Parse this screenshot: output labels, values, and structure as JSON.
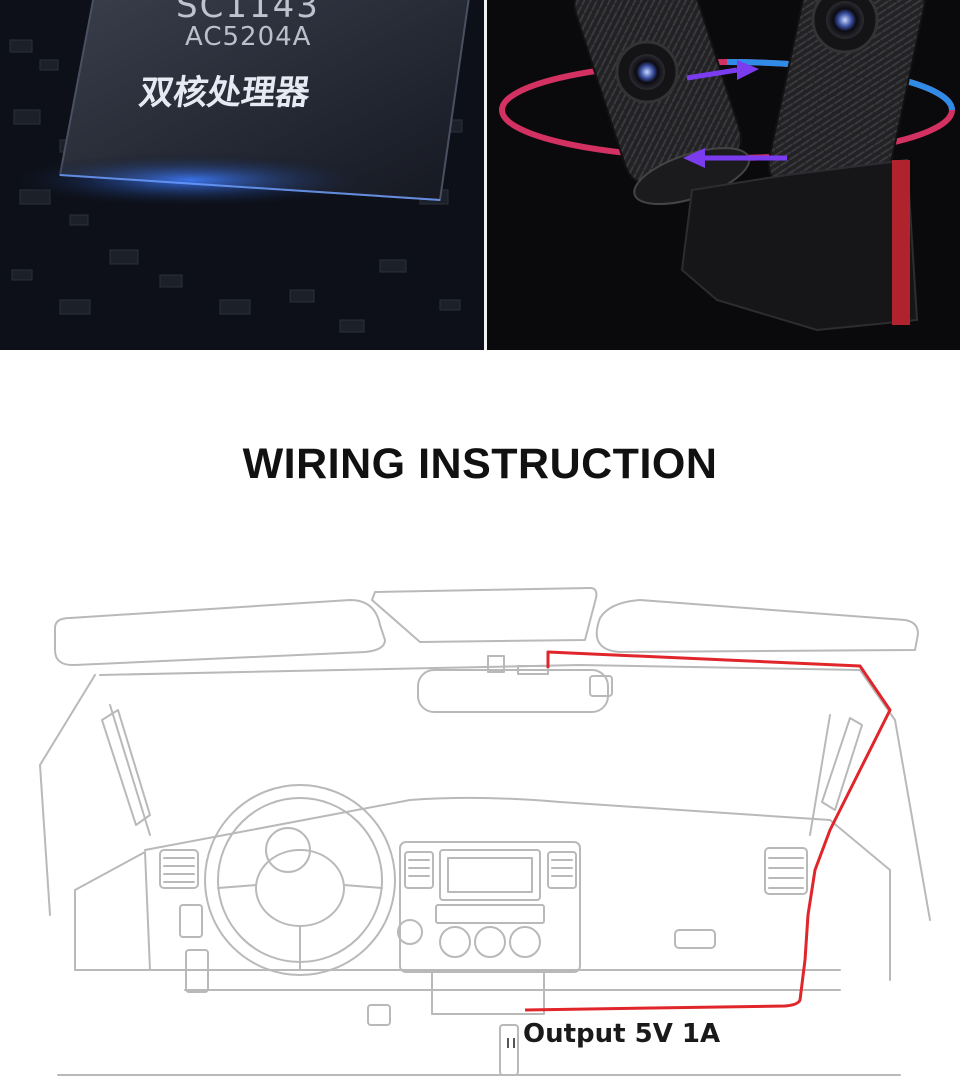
{
  "chip_panel": {
    "chip_model": "SC1143",
    "chip_code": "AC5204A",
    "chip_cn_text": "双核处理器"
  },
  "camera_panel": {
    "arrow_colors": [
      "#e8356b",
      "#2f8be6",
      "#7b3cf0"
    ]
  },
  "wiring": {
    "title": "WIRING INSTRUCTION",
    "output_label": "Output 5V 1A",
    "wire_color": "#e0262b"
  }
}
